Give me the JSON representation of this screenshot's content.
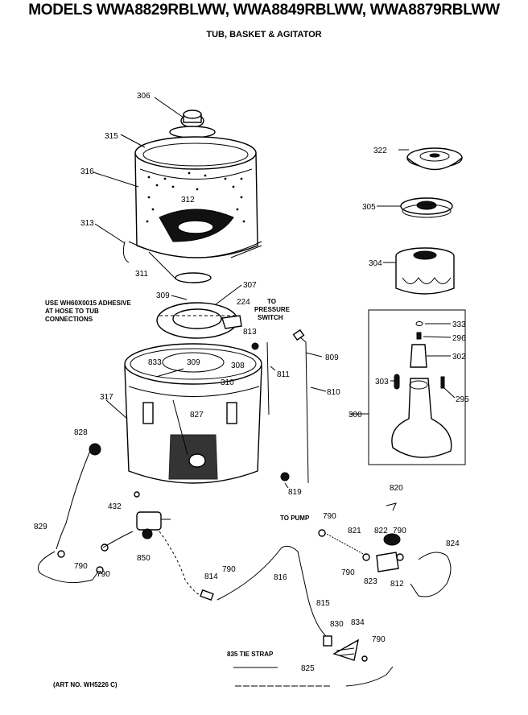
{
  "header": {
    "title": "MODELS WWA8829RBLWW, WWA8849RBLWW, WWA8879RBLWW",
    "subtitle": "TUB, BASKET & AGITATOR"
  },
  "notes": {
    "adhesive_1": "USE WH60X0015 ADHESIVE",
    "adhesive_2": "AT HOSE TO TUB",
    "adhesive_3": "CONNECTIONS",
    "pressure_1": "TO",
    "pressure_2": "PRESSURE",
    "pressure_3": "SWITCH",
    "to_pump": "TO PUMP",
    "tie_strap": "835 TIE STRAP",
    "art_no": "(ART NO. WH5226 C)"
  },
  "parts": {
    "p306": "306",
    "p315a": "315",
    "p316": "316",
    "p312": "312",
    "p313": "313",
    "p311": "311",
    "p309a": "309",
    "p307": "307",
    "p224": "224",
    "p813": "813",
    "p833": "833",
    "p309b": "309",
    "p308": "308",
    "p310": "310",
    "p317": "317",
    "p827": "827",
    "p811": "811",
    "p809": "809",
    "p810": "810",
    "p819": "819",
    "p828": "828",
    "p432": "432",
    "p829": "829",
    "p790a": "790",
    "p790b": "790",
    "p850": "850",
    "p814": "814",
    "p790c": "790",
    "p816": "816",
    "p815": "815",
    "p790d": "790",
    "p821": "821",
    "p822": "822",
    "p790e": "790",
    "p790f": "790",
    "p823": "823",
    "p812": "812",
    "p824": "824",
    "p820": "820",
    "p830": "830",
    "p834": "834",
    "p790g": "790",
    "p825": "825",
    "p322": "322",
    "p305": "305",
    "p304": "304",
    "p333": "333",
    "p296": "296",
    "p302": "302",
    "p303": "303",
    "p295": "295",
    "p300": "300"
  }
}
